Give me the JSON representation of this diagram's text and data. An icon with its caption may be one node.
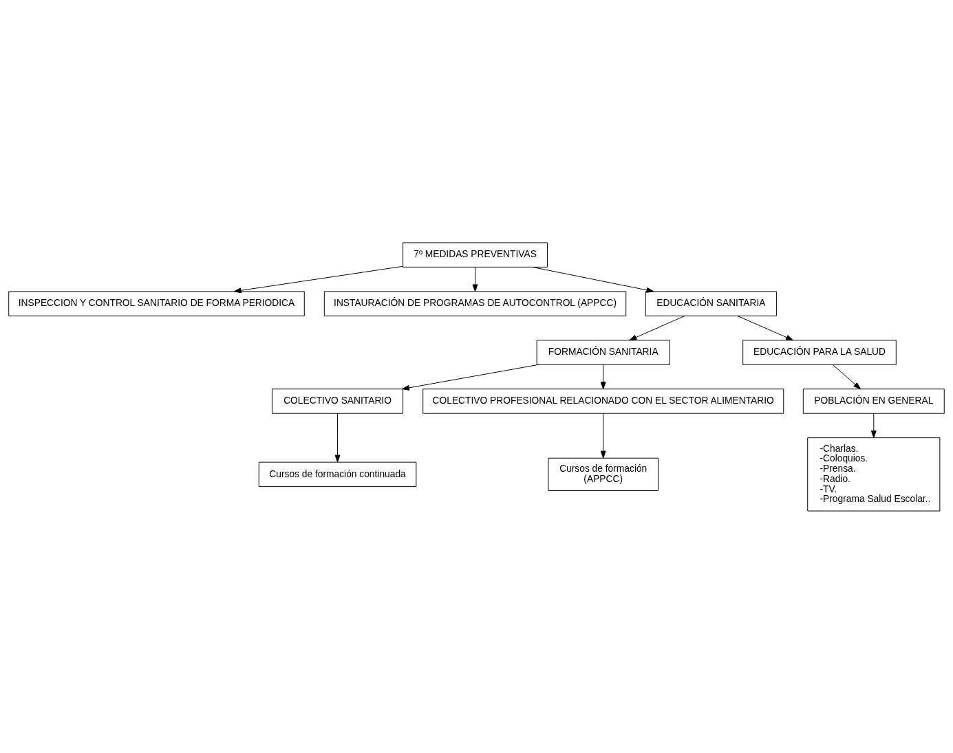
{
  "diagram": {
    "nodes": [
      {
        "text": [
          "7º MEDIDAS PREVENTIVAS"
        ]
      },
      {
        "text": [
          "INSPECCION Y CONTROL SANITARIO DE FORMA PERIODICA"
        ]
      },
      {
        "text": [
          "INSTAURACIÓN DE PROGRAMAS DE AUTOCONTROL (APPCC)"
        ]
      },
      {
        "text": [
          "EDUCACIÓN SANITARIA"
        ]
      },
      {
        "text": [
          "FORMACIÓN SANITARIA"
        ]
      },
      {
        "text": [
          "EDUCACIÓN PARA LA SALUD"
        ]
      },
      {
        "text": [
          "COLECTIVO SANITARIO"
        ]
      },
      {
        "text": [
          "COLECTIVO PROFESIONAL RELACIONADO CON EL SECTOR ALIMENTARIO"
        ]
      },
      {
        "text": [
          "POBLACIÓN EN GENERAL"
        ]
      },
      {
        "text": [
          "Cursos de formación continuada"
        ]
      },
      {
        "text": [
          "Cursos de formación",
          "(APPCC)"
        ]
      },
      {
        "text": [
          "-Charlas.",
          "-Coloquios.",
          "-Prensa.",
          "-Radio.",
          "-TV.",
          "-Programa Salud Escolar.."
        ]
      }
    ],
    "edges": [
      {
        "from": 0,
        "to": 1,
        "arrow": "to"
      },
      {
        "from": 0,
        "to": 2,
        "arrow": "to"
      },
      {
        "from": 0,
        "to": 3,
        "arrow": "to"
      },
      {
        "from": 3,
        "to": 4,
        "arrow": "to"
      },
      {
        "from": 3,
        "to": 5,
        "arrow": "to"
      },
      {
        "from": 4,
        "to": 6,
        "arrow": "to"
      },
      {
        "from": 4,
        "to": 7,
        "arrow": "to"
      },
      {
        "from": 5,
        "to": 8,
        "arrow": "to"
      },
      {
        "from": 6,
        "to": 9,
        "arrow": "to"
      },
      {
        "from": 7,
        "to": 10,
        "arrow": "to"
      },
      {
        "from": 8,
        "to": 11,
        "arrow": "to"
      }
    ]
  }
}
